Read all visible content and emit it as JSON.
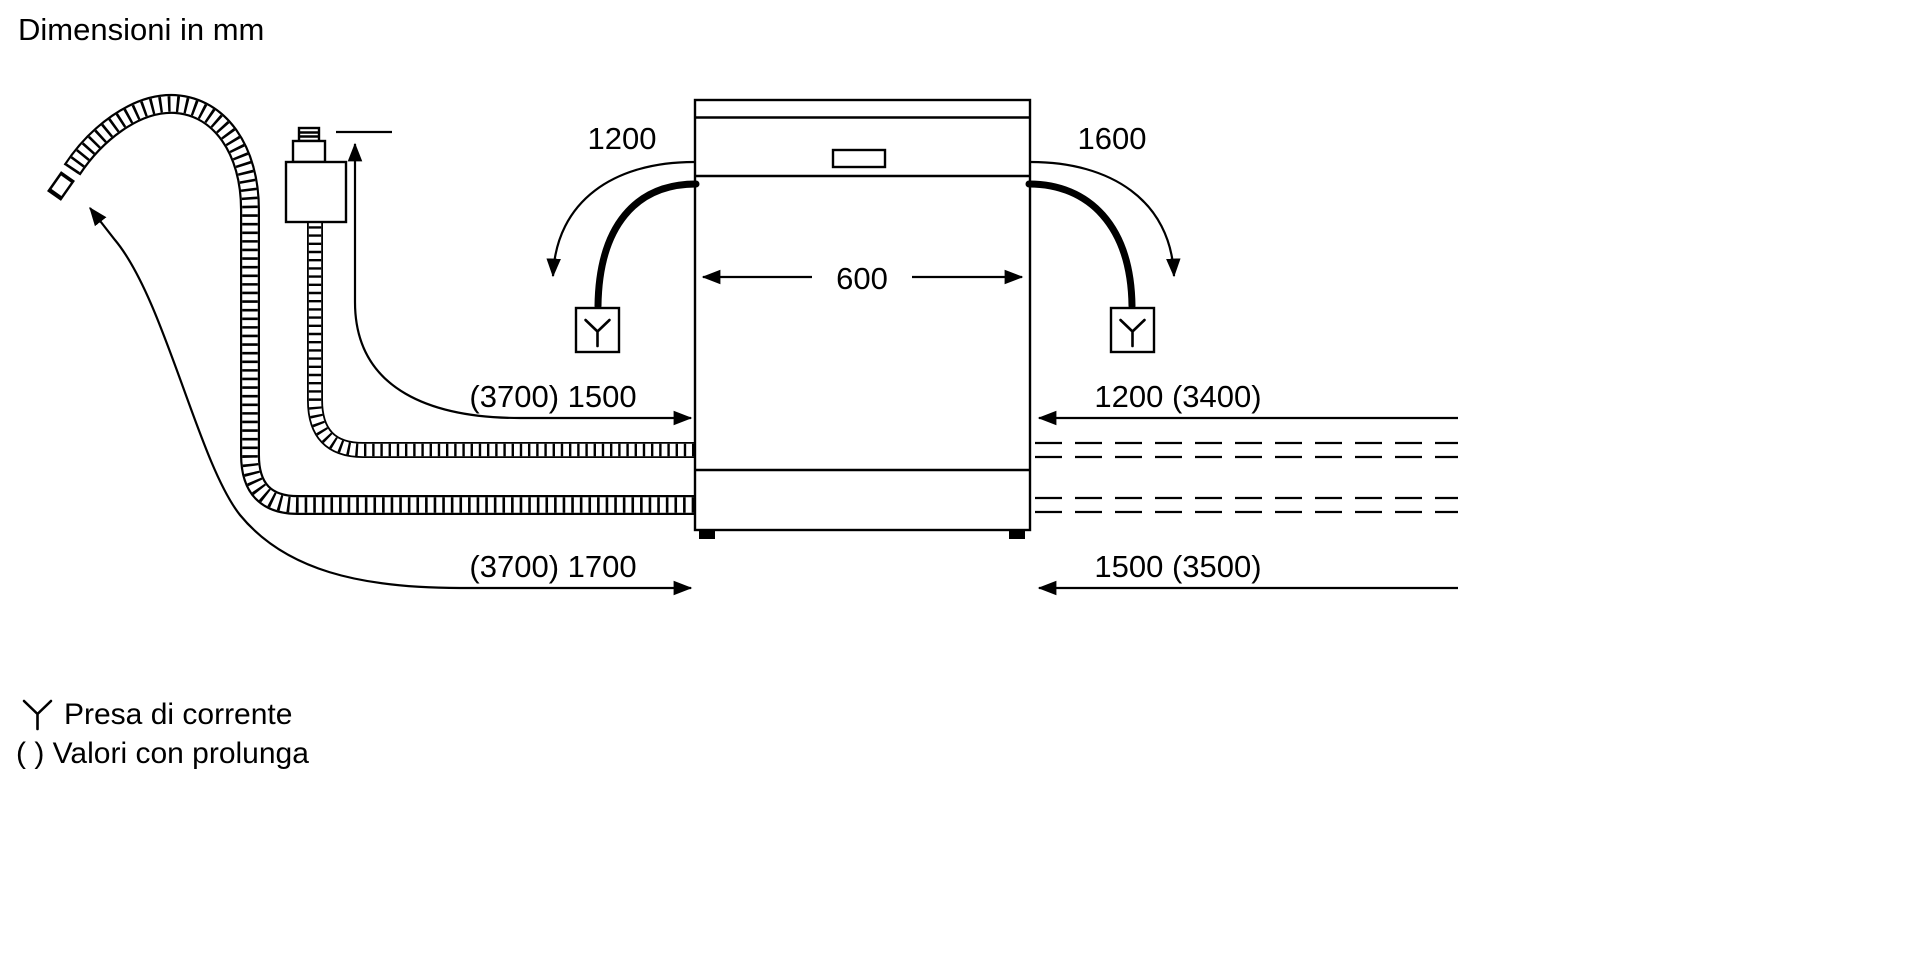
{
  "title": "Dimensioni in mm",
  "labels": {
    "cable_left": "1200",
    "cable_right": "1600",
    "appliance_width": "600",
    "hose_upper_left": "(3700) 1500",
    "hose_upper_right": "1200 (3400)",
    "hose_lower_left": "(3700) 1700",
    "hose_lower_right": "1500 (3500)"
  },
  "legend": {
    "socket_label": "Presa di corrente",
    "extension_label": "( ) Valori con prolunga"
  },
  "icons": {
    "socket": "power-socket-icon"
  },
  "colors": {
    "line": "#000000",
    "background": "#ffffff"
  }
}
